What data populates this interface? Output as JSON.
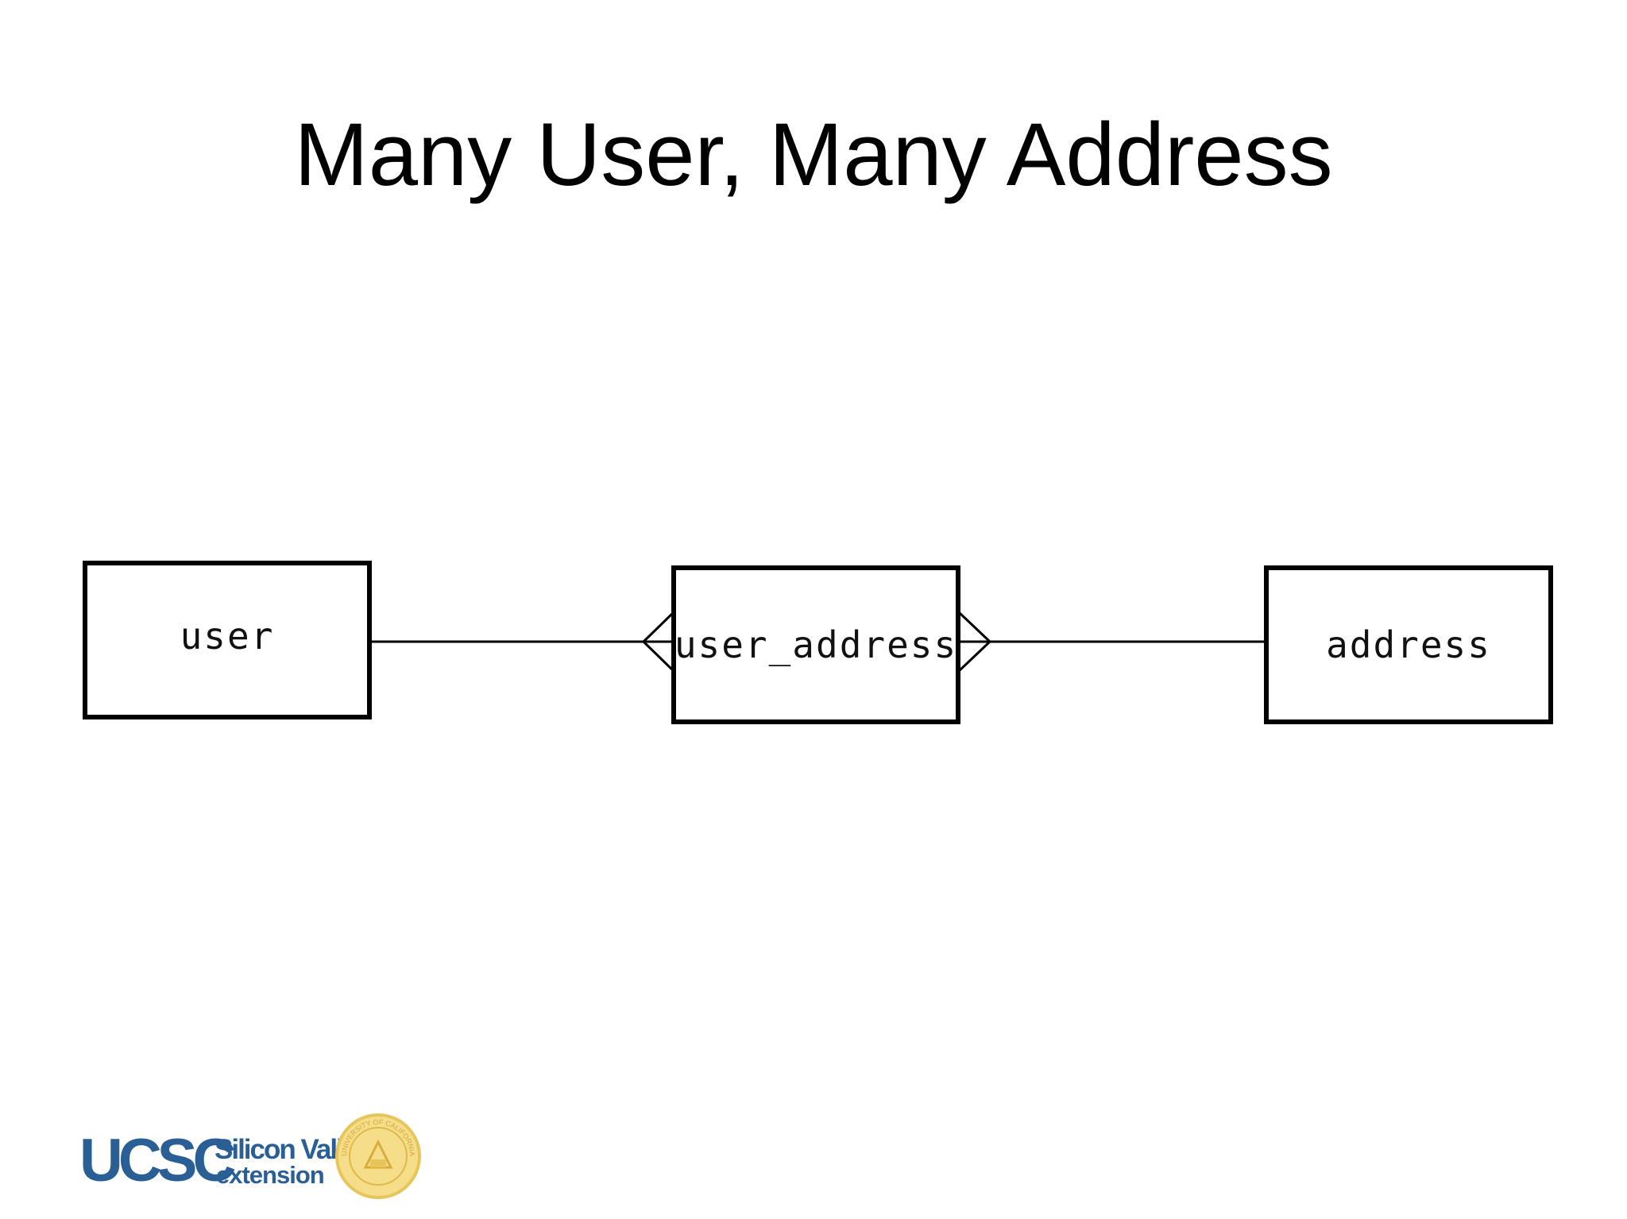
{
  "slide": {
    "title": "Many User, Many Address"
  },
  "diagram": {
    "entities": [
      {
        "id": "user",
        "label": "user"
      },
      {
        "id": "user_address",
        "label": "user_address"
      },
      {
        "id": "address",
        "label": "address"
      }
    ],
    "relationships": [
      {
        "from": "user",
        "to": "user_address",
        "from_end": "one",
        "to_end": "many"
      },
      {
        "from": "user_address",
        "to": "address",
        "from_end": "many",
        "to_end": "one"
      }
    ],
    "line_color": "#000000"
  },
  "logo": {
    "mark": "UCSC",
    "line1": "Silicon Valley",
    "line2": "extension",
    "brand_color": "#2a5f96",
    "seal_color": "#e8c55a",
    "seal_text": "UNIVERSITY OF CALIFORNIA"
  }
}
